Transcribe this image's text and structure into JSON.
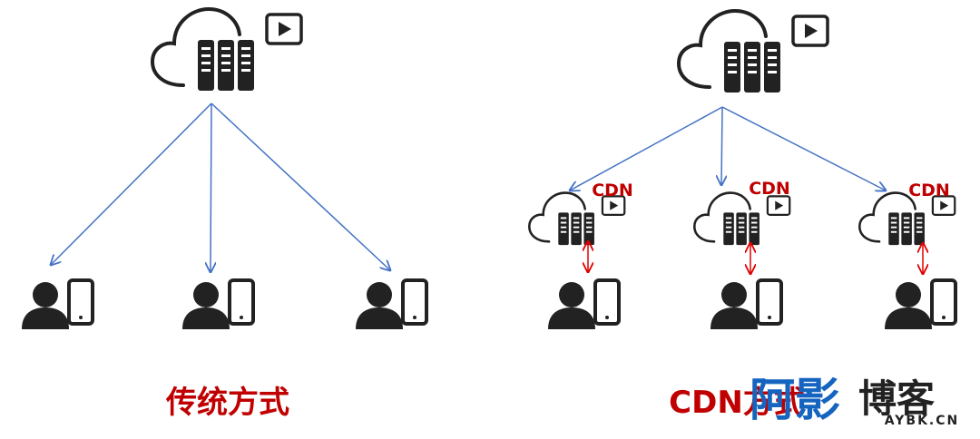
{
  "colors": {
    "icon": "#222222",
    "blue_arrow": "#4472C4",
    "red": "#C00000",
    "watermark_blue": "#1565C0",
    "watermark_dark": "#222222"
  },
  "left": {
    "caption": "传统方式"
  },
  "right": {
    "caption": "CDN方式",
    "nodes": [
      {
        "label": "CDN"
      },
      {
        "label": "CDN"
      },
      {
        "label": "CDN"
      }
    ]
  },
  "watermark": {
    "part1": "阿影",
    "part2": "博客",
    "url": "AYBK.CN"
  }
}
